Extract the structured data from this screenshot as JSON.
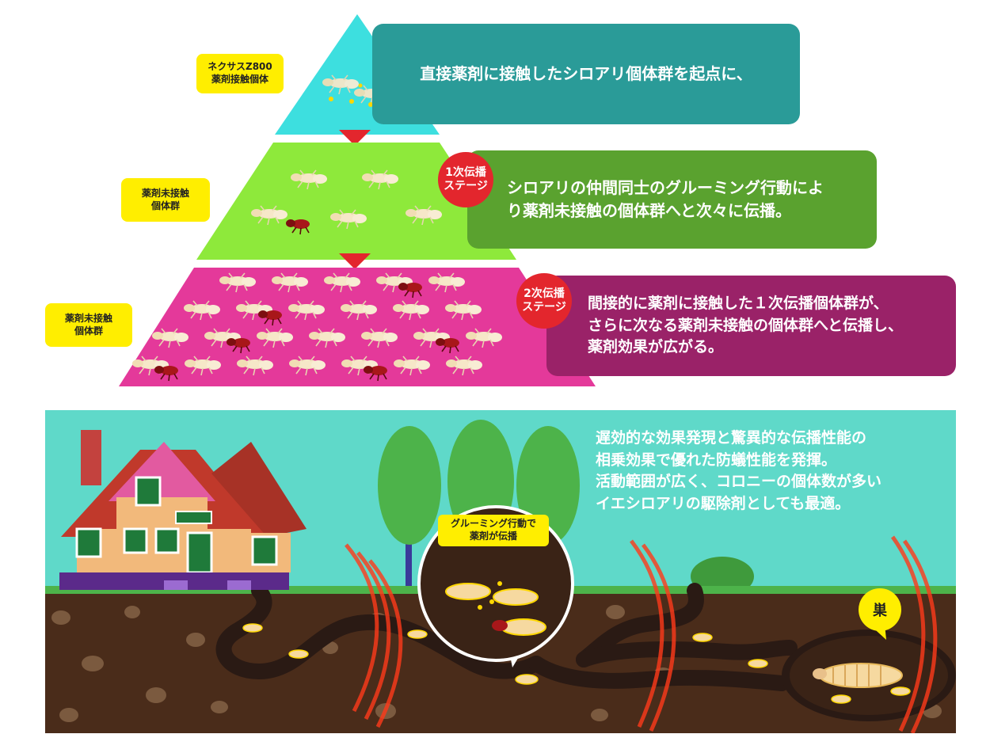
{
  "pyramid": {
    "tier1": {
      "tag": "ネクサスZ800\n薬剤接触個体",
      "color": "#3ddfdf"
    },
    "tier2": {
      "tag": "薬剤未接触\n個体群",
      "color": "#8ee93b"
    },
    "tier3": {
      "tag": "薬剤未接触\n個体群",
      "color": "#e4399a"
    },
    "arrow_color": "#e3262d"
  },
  "stages": {
    "stage1": "1次伝播\nステージ",
    "stage2": "2次伝播\nステージ"
  },
  "panels": {
    "panel1": {
      "text": "直接薬剤に接触したシロアリ個体群を起点に、",
      "color": "#2a9b98"
    },
    "panel2": {
      "text": "シロアリの仲間同士のグルーミング行動によ\nり薬剤未接触の個体群へと次々に伝播。",
      "color": "#5aa22f"
    },
    "panel3": {
      "text": "間接的に薬剤に接触した１次伝播個体群が、\nさらに次なる薬剤未接触の個体群へと伝播し、\n薬剤効果が広がる。",
      "color": "#9a2268"
    }
  },
  "scene": {
    "description": "遅効的な効果発現と驚異的な伝播性能の\n相乗効果で優れた防蟻性能を発揮。\n活動範囲が広く、コロニーの個体数が多い\nイエシロアリの駆除剤としても最適。",
    "bubble_label": "グルーミング行動で\n薬剤が伝播",
    "nest_label": "巣",
    "sky_color": "#5fd9c9",
    "soil_color": "#4a2c1a",
    "grass_color": "#4db34a",
    "tunnel_color": "#2a1a14"
  }
}
